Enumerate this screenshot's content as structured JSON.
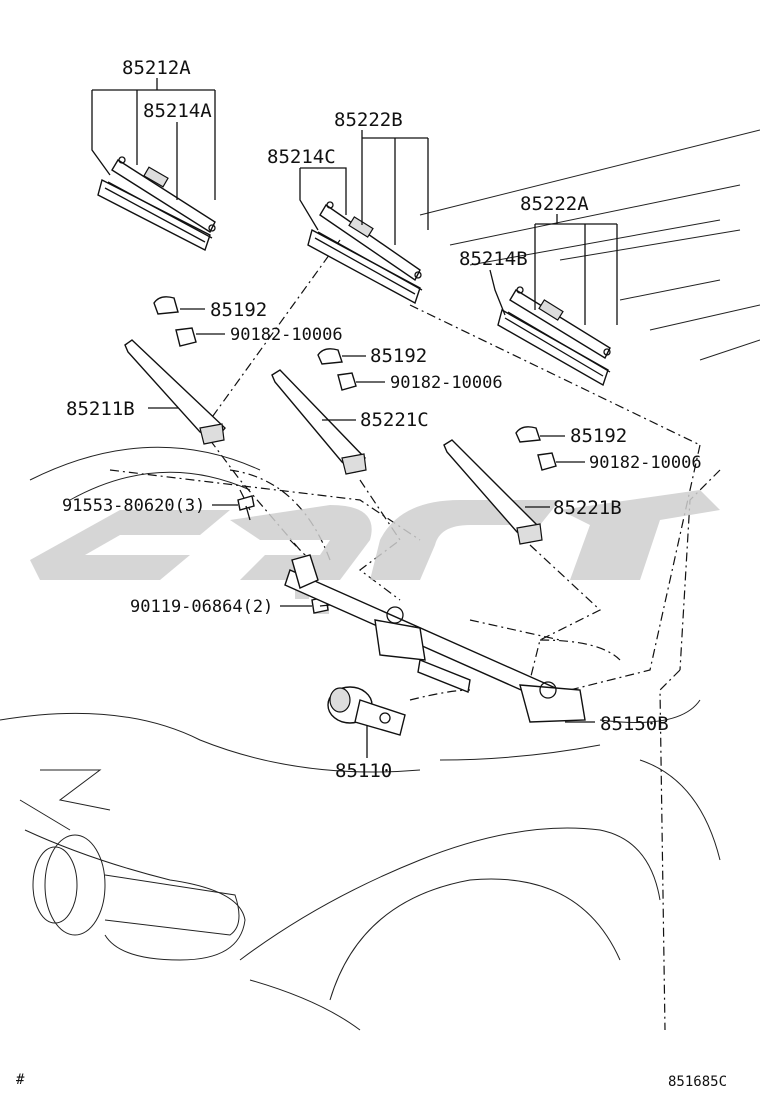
{
  "callouts": {
    "c85212A": "85212A",
    "c85214A": "85214A",
    "c85222B": "85222B",
    "c85214C": "85214C",
    "c85222A": "85222A",
    "c85214B": "85214B",
    "c85192_1": "85192",
    "c90182_1": "90182-10006",
    "c85192_2": "85192",
    "c90182_2": "90182-10006",
    "c85211B": "85211B",
    "c85221C": "85221C",
    "c85192_3": "85192",
    "c90182_3": "90182-10006",
    "c91553": "91553-80620(3)",
    "c85221B": "85221B",
    "c90119": "90119-06864(2)",
    "c85150B": "85150B",
    "c85110": "85110"
  },
  "footer": {
    "hash": "#",
    "diagram_code": "851685C"
  }
}
